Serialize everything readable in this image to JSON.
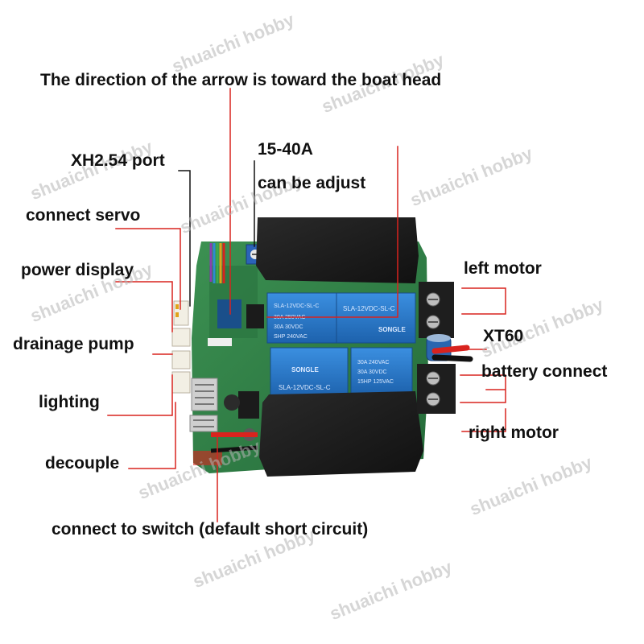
{
  "labels": {
    "arrow_direction": "The direction of the arrow is toward the boat head",
    "xh254_port": "XH2.54 port",
    "current_range": "15-40A",
    "can_be_adjust": "can be adjust",
    "connect_servo": "connect servo",
    "power_display": "power display",
    "left_motor": "left motor",
    "xt60": "XT60",
    "drainage_pump": "drainage pump",
    "battery_connect": "battery connect",
    "lighting": "lighting",
    "right_motor": "right motor",
    "decouple": "decouple",
    "connect_to_switch": "connect to switch (default short circuit)"
  },
  "relays": {
    "top_left": [
      "SLA-12VDC-SL-C",
      "30A 250VAC",
      "30A 30VDC",
      "SHP 240VAC"
    ],
    "top_right": [
      "SLA-12VDC-SL-C",
      "SONGLE"
    ],
    "bottom_left": [
      "SONGLE",
      "SLA-12VDC-SL-C"
    ],
    "bottom_right": [
      "30A 240VAC",
      "30A 30VDC",
      "15HP 125VAC"
    ]
  },
  "watermark": "shuaichi hobby",
  "colors": {
    "pcb_green": "#2f7d45",
    "relay_blue": "#2474c4",
    "leader_red": "#d9231e",
    "cover_black": "#1c1c1c"
  }
}
